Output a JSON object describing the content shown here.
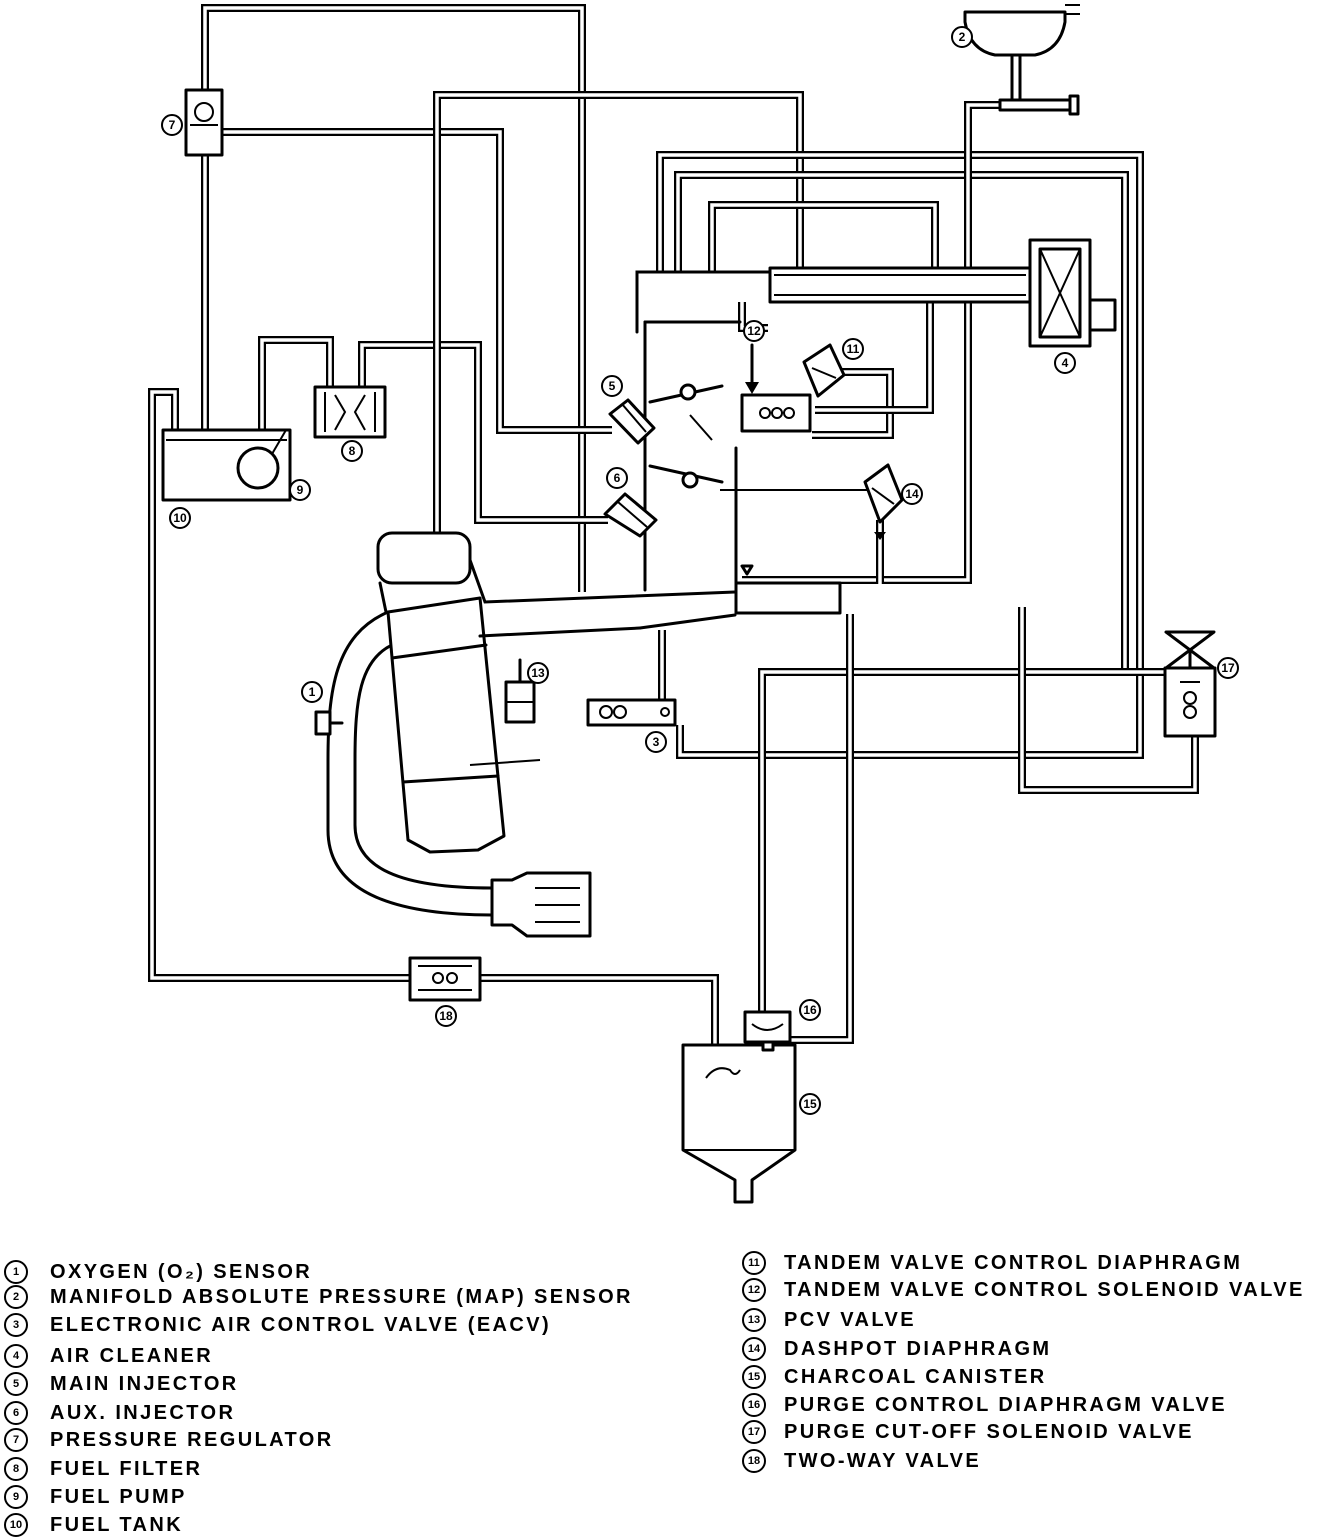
{
  "colors": {
    "ink": "#000000",
    "paper": "#ffffff"
  },
  "diagram": {
    "callouts": [
      "1",
      "2",
      "3",
      "4",
      "5",
      "6",
      "7",
      "8",
      "9",
      "10",
      "11",
      "12",
      "13",
      "14",
      "15",
      "16",
      "17",
      "18"
    ]
  },
  "legend": {
    "left": [
      {
        "num": "1",
        "label": "OXYGEN (O₂) SENSOR"
      },
      {
        "num": "2",
        "label": "MANIFOLD ABSOLUTE PRESSURE (MAP) SENSOR"
      },
      {
        "num": "3",
        "label": "ELECTRONIC AIR CONTROL VALVE (EACV)"
      },
      {
        "num": "4",
        "label": "AIR CLEANER"
      },
      {
        "num": "5",
        "label": "MAIN INJECTOR"
      },
      {
        "num": "6",
        "label": "AUX. INJECTOR"
      },
      {
        "num": "7",
        "label": "PRESSURE REGULATOR"
      },
      {
        "num": "8",
        "label": "FUEL FILTER"
      },
      {
        "num": "9",
        "label": "FUEL PUMP"
      },
      {
        "num": "10",
        "label": "FUEL TANK"
      }
    ],
    "right": [
      {
        "num": "11",
        "label": "TANDEM VALVE CONTROL DIAPHRAGM"
      },
      {
        "num": "12",
        "label": "TANDEM VALVE CONTROL SOLENOID VALVE"
      },
      {
        "num": "13",
        "label": "PCV VALVE"
      },
      {
        "num": "14",
        "label": "DASHPOT DIAPHRAGM"
      },
      {
        "num": "15",
        "label": "CHARCOAL CANISTER"
      },
      {
        "num": "16",
        "label": "PURGE CONTROL DIAPHRAGM VALVE"
      },
      {
        "num": "17",
        "label": "PURGE CUT-OFF SOLENOID VALVE"
      },
      {
        "num": "18",
        "label": "TWO-WAY VALVE"
      }
    ]
  }
}
